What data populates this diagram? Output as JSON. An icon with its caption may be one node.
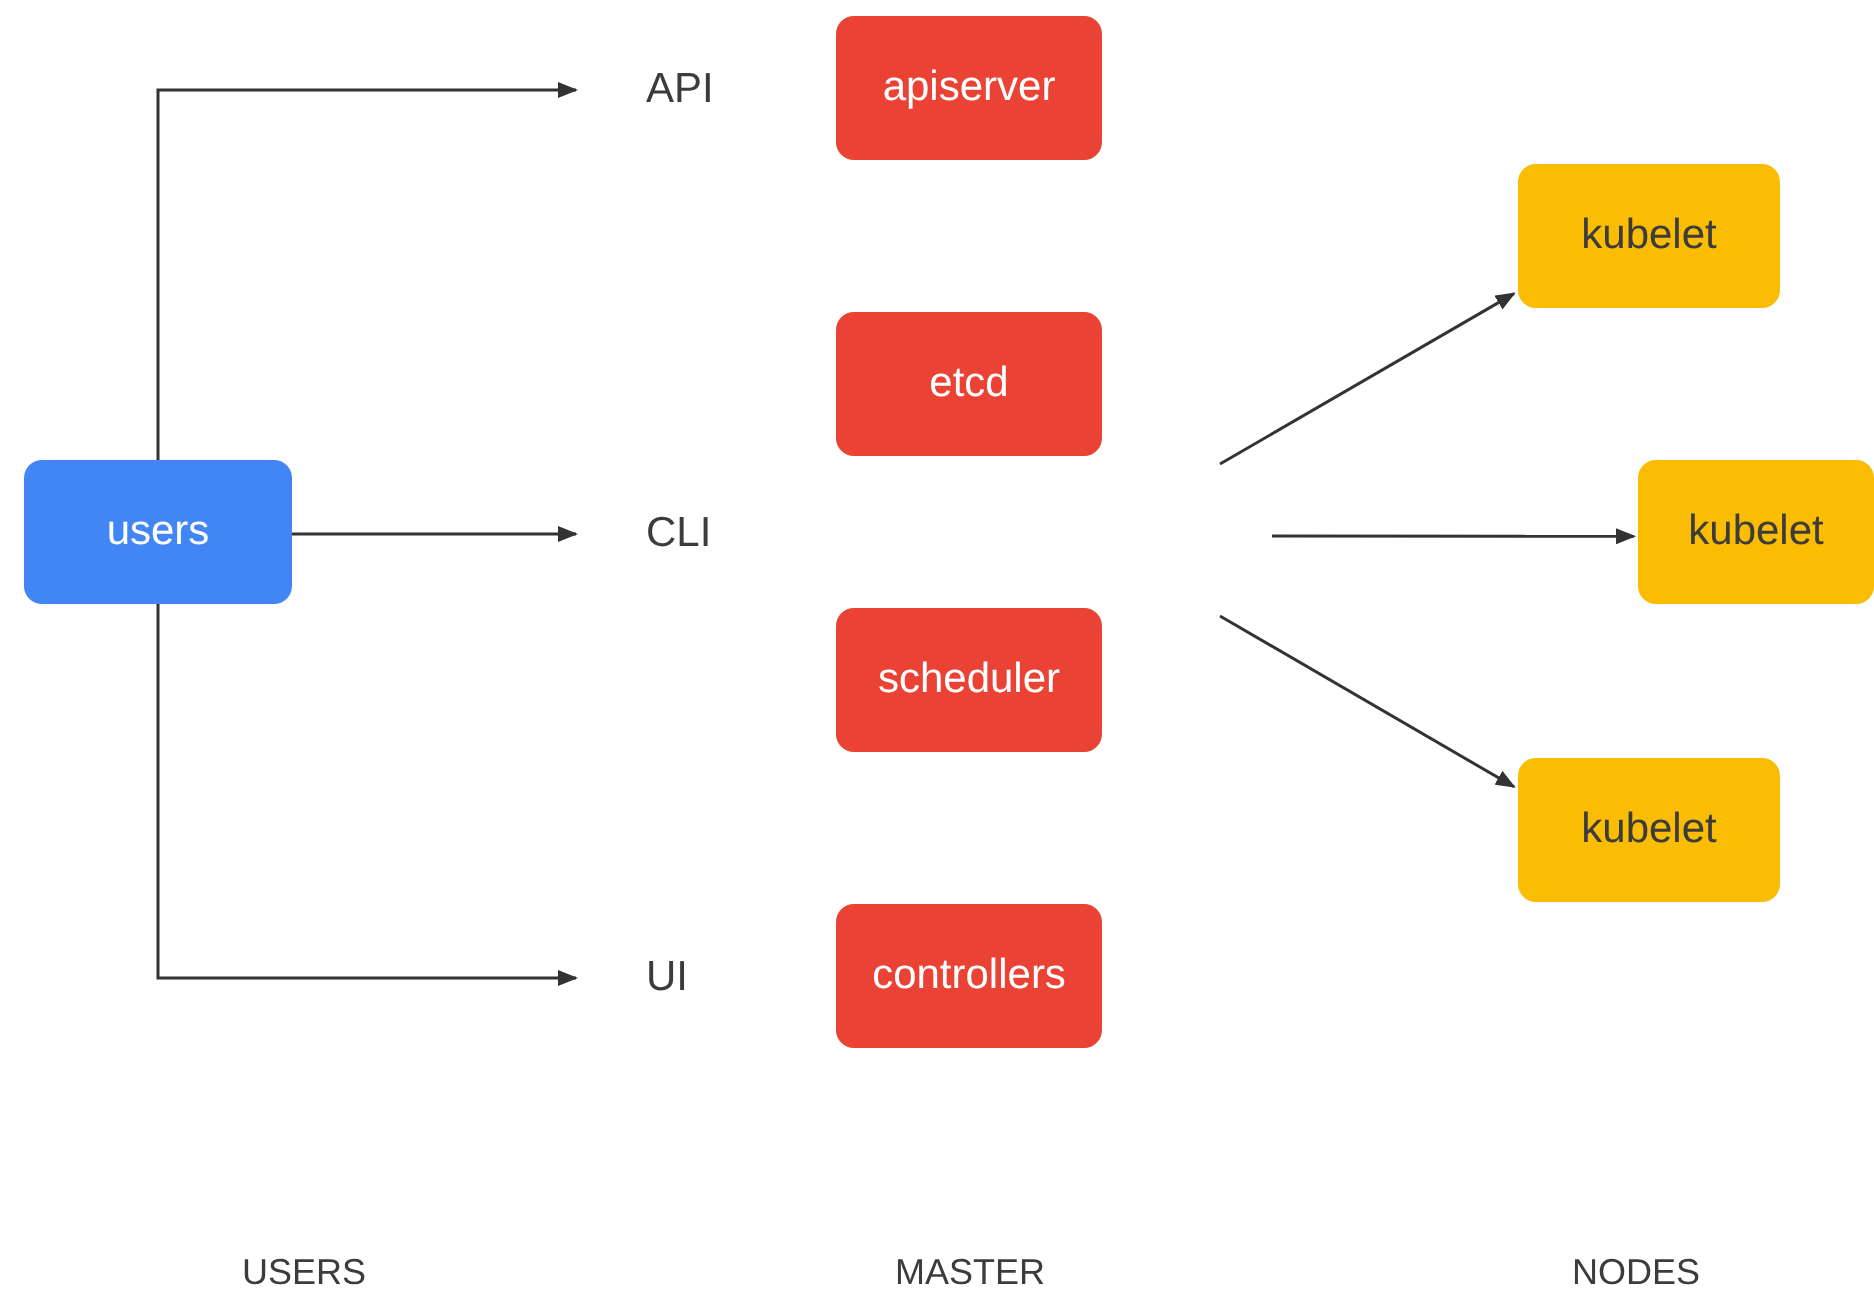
{
  "diagram": {
    "nodes": [
      {
        "text": [
          "users"
        ]
      },
      {
        "text": [
          "API"
        ]
      },
      {
        "text": [
          "CLI"
        ]
      },
      {
        "text": [
          "UI"
        ]
      },
      {
        "text": [
          "apiserver"
        ]
      },
      {
        "text": [
          "etcd"
        ]
      },
      {
        "text": [
          "scheduler"
        ]
      },
      {
        "text": [
          "controllers"
        ]
      },
      {
        "text": [
          "kubelet"
        ]
      },
      {
        "text": [
          "kubelet"
        ]
      },
      {
        "text": [
          "kubelet"
        ]
      }
    ],
    "edges": [
      {
        "from": 0,
        "to": 1,
        "arrow": "to"
      },
      {
        "from": 0,
        "to": 2,
        "arrow": "to"
      },
      {
        "from": 0,
        "to": 3,
        "arrow": "to"
      },
      {
        "from": null,
        "to": 8,
        "arrow": "to"
      },
      {
        "from": null,
        "to": 9,
        "arrow": "to"
      },
      {
        "from": null,
        "to": 10,
        "arrow": "to"
      }
    ],
    "labels": [
      "USERS",
      "MASTER",
      "NODES"
    ]
  }
}
